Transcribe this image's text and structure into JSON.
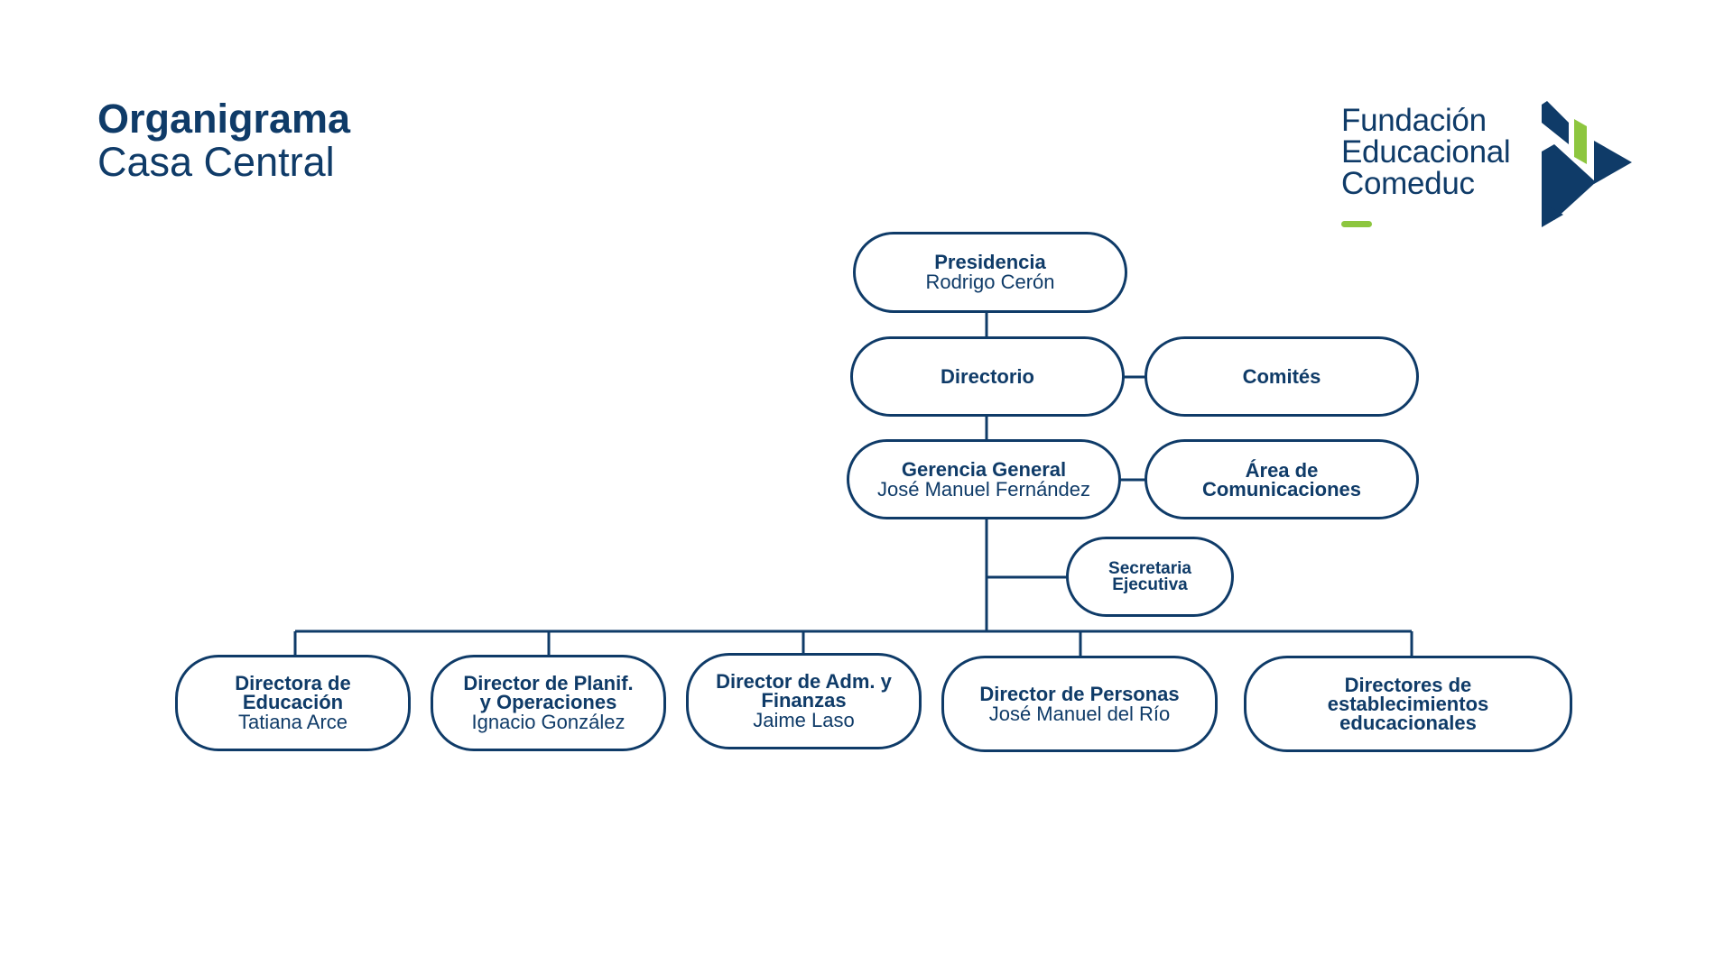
{
  "page": {
    "title": "Organigrama",
    "subtitle": "Casa Central"
  },
  "logo": {
    "line1": "Fundación",
    "line2": "Educacional",
    "line3": "Comeduc",
    "colors": {
      "navy": "#0f3b68",
      "green": "#8dc63f"
    }
  },
  "nodes": {
    "presidencia": {
      "title": "Presidencia",
      "person": "Rodrigo Cerón"
    },
    "directorio": {
      "title": "Directorio"
    },
    "comites": {
      "title": "Comités"
    },
    "gerencia": {
      "title": "Gerencia General",
      "person": "José Manuel Fernández"
    },
    "comunicaciones": {
      "title": "Área de\nComunicaciones"
    },
    "secretaria": {
      "title": "Secretaria\nEjecutiva"
    },
    "educacion": {
      "title": "Directora de\nEducación",
      "person": "Tatiana Arce"
    },
    "planificacion": {
      "title": "Director de Planif.\ny Operaciones",
      "person": "Ignacio González"
    },
    "finanzas": {
      "title": "Director de Adm. y\nFinanzas",
      "person": "Jaime Laso"
    },
    "personas": {
      "title": "Director de Personas",
      "person": "José Manuel del Río"
    },
    "establecimientos": {
      "title": "Directores de\nestablecimientos\neducacionales"
    }
  },
  "colors": {
    "line": "#0f3b68",
    "text": "#0f3b68",
    "accent_green": "#8dc63f"
  }
}
